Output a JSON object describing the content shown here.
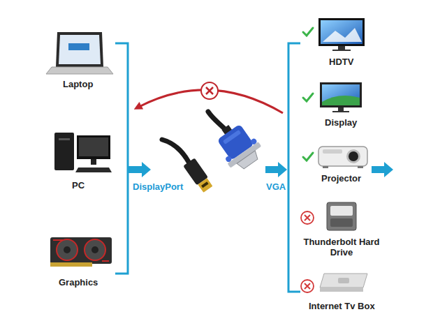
{
  "diagram": {
    "nodes": [
      {
        "text": [
          "Laptop"
        ]
      },
      {
        "text": [
          "PC"
        ]
      },
      {
        "text": [
          "Graphics"
        ]
      },
      {
        "text": [
          "HDTV"
        ]
      },
      {
        "text": [
          "Display"
        ]
      },
      {
        "text": [
          "Projector"
        ]
      },
      {
        "text": [
          "Thunderbolt Hard Drive"
        ]
      },
      {
        "text": [
          "Internet Tv Box"
        ]
      }
    ],
    "labels": [
      "DisplayPort",
      "VGA"
    ]
  }
}
